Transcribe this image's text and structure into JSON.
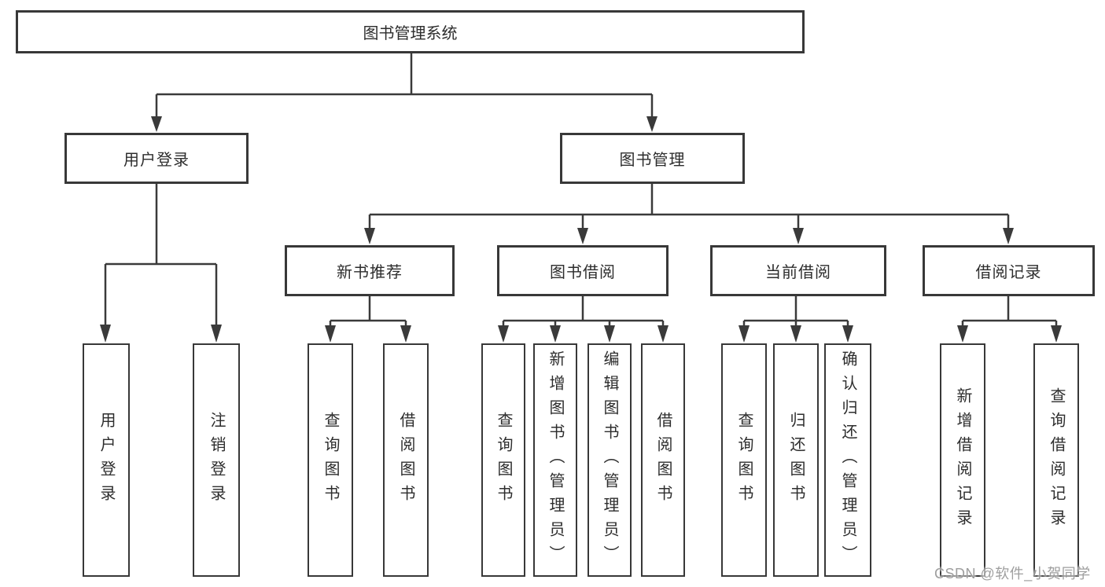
{
  "tree": {
    "label": "图书管理系统",
    "children": [
      {
        "label": "用户登录",
        "children": [
          {
            "label": "用户登录"
          },
          {
            "label": "注销登录"
          }
        ]
      },
      {
        "label": "图书管理",
        "children": [
          {
            "label": "新书推荐",
            "children": [
              {
                "label": "查询图书"
              },
              {
                "label": "借阅图书"
              }
            ]
          },
          {
            "label": "图书借阅",
            "children": [
              {
                "label": "查询图书"
              },
              {
                "label": "新增图书（管理员）"
              },
              {
                "label": "编辑图书（管理员）"
              },
              {
                "label": "借阅图书"
              }
            ]
          },
          {
            "label": "当前借阅",
            "children": [
              {
                "label": "查询图书"
              },
              {
                "label": "归还图书"
              },
              {
                "label": "确认归还（管理员）"
              }
            ]
          },
          {
            "label": "借阅记录",
            "children": [
              {
                "label": "新增借阅记录"
              },
              {
                "label": "查询借阅记录"
              }
            ]
          }
        ]
      }
    ]
  },
  "watermark": {
    "text": "CSDN @软件_小贺同学"
  },
  "colors": {
    "line": "#3a3a3a",
    "box_border": "#383838",
    "text": "#2d2d2d",
    "watermark": "#949494",
    "background": "#ffffff"
  }
}
